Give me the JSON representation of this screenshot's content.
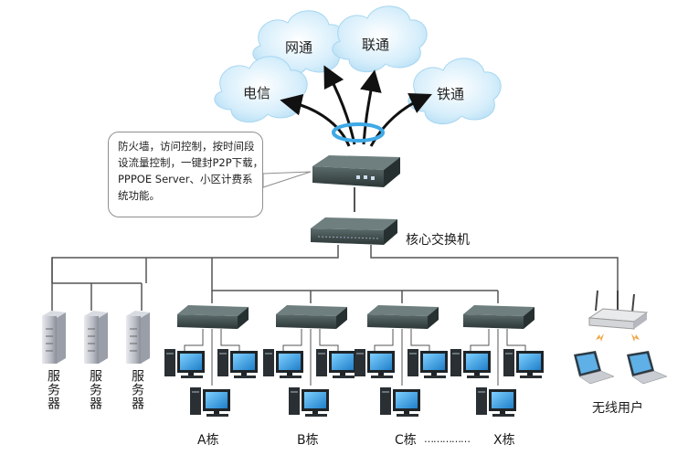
{
  "clouds": [
    {
      "id": "wangtong",
      "label": "网通"
    },
    {
      "id": "liantong",
      "label": "联通"
    },
    {
      "id": "dianxin",
      "label": "电信"
    },
    {
      "id": "tietong",
      "label": "铁通"
    }
  ],
  "note": {
    "lines": [
      "防火墙，访问控制，按时间段",
      "设流量控制，一键封P2P下载，",
      "PPPOE Server、小区计费系",
      "统功能。"
    ]
  },
  "core_switch": {
    "label": "核心交换机"
  },
  "servers": [
    {
      "label": "服务器"
    },
    {
      "label": "服务器"
    },
    {
      "label": "服务器"
    }
  ],
  "buildings": [
    {
      "label": "A栋"
    },
    {
      "label": "B栋"
    },
    {
      "label": "C栋"
    },
    {
      "label": "X栋"
    }
  ],
  "ellipsis": "……………",
  "wireless": {
    "label": "无线用户"
  },
  "colors": {
    "cloud": "#cfe9f8",
    "cloud_edge": "#9fd0ee",
    "device": "#3a4a4a",
    "screen": "#35a9e8",
    "line": "#555555"
  }
}
